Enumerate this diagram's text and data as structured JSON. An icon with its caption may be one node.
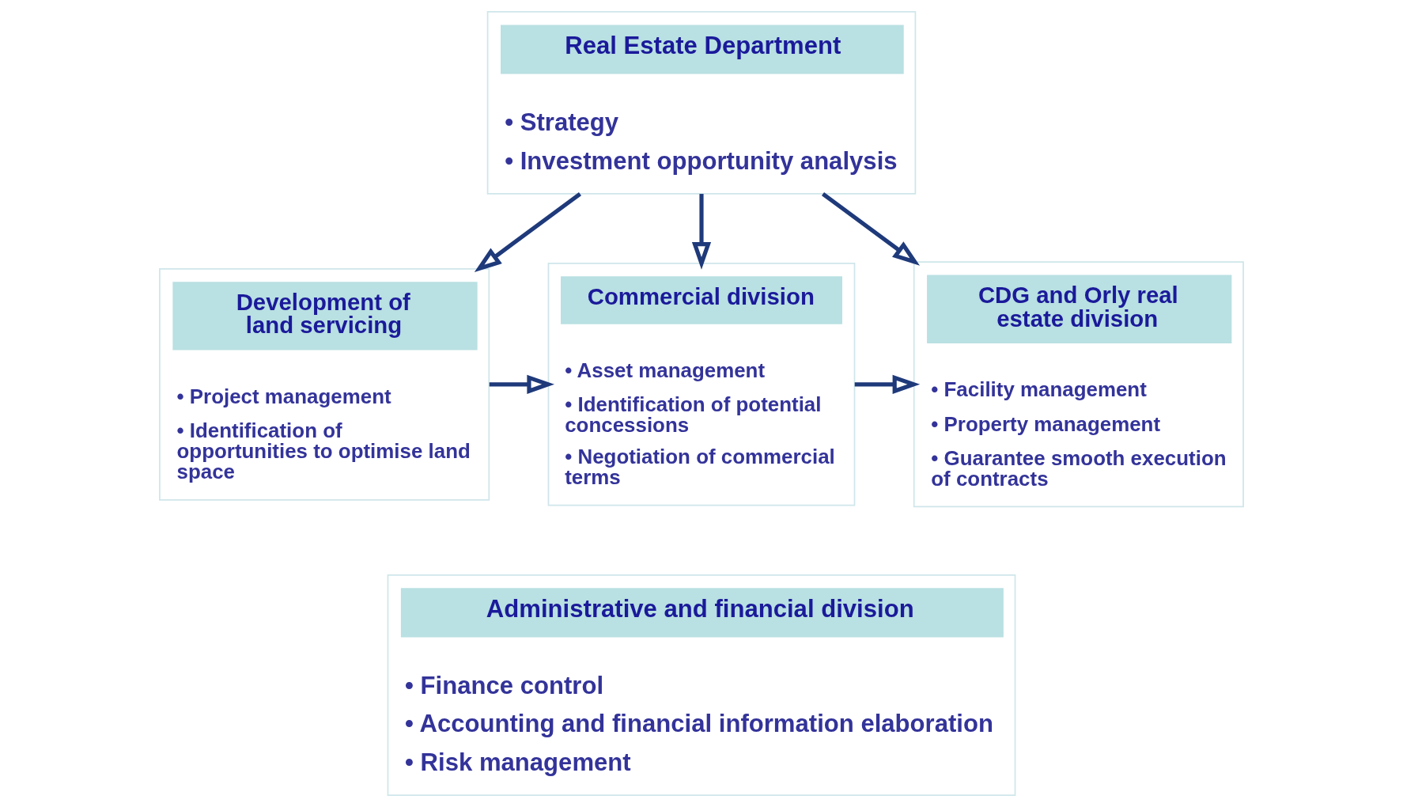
{
  "diagram": {
    "nodes": [
      {
        "text": [
          "Real Estate Department",
          "• Strategy",
          "• Investment opportunity analysis"
        ]
      },
      {
        "text": [
          "Development of land servicing",
          "• Project management",
          "• Identification of opportunities to optimise land space"
        ]
      },
      {
        "text": [
          "Commercial division",
          "• Asset management",
          "• Identification of potential concessions",
          "• Negotiation of commercial terms"
        ]
      },
      {
        "text": [
          "CDG and Orly real estate division",
          "• Facility management",
          "• Property management",
          "• Guarantee smooth execution of contracts"
        ]
      },
      {
        "text": [
          "Administrative and financial division",
          "• Finance control",
          "• Accounting and financial information elaboration",
          "• Risk management"
        ]
      }
    ],
    "edges": [
      {
        "from": 0,
        "to": 1,
        "arrow": "to"
      },
      {
        "from": 0,
        "to": 2,
        "arrow": "to"
      },
      {
        "from": 0,
        "to": 3,
        "arrow": "to"
      },
      {
        "from": 1,
        "to": 2,
        "arrow": "to"
      },
      {
        "from": 2,
        "to": 3,
        "arrow": "to"
      }
    ]
  }
}
